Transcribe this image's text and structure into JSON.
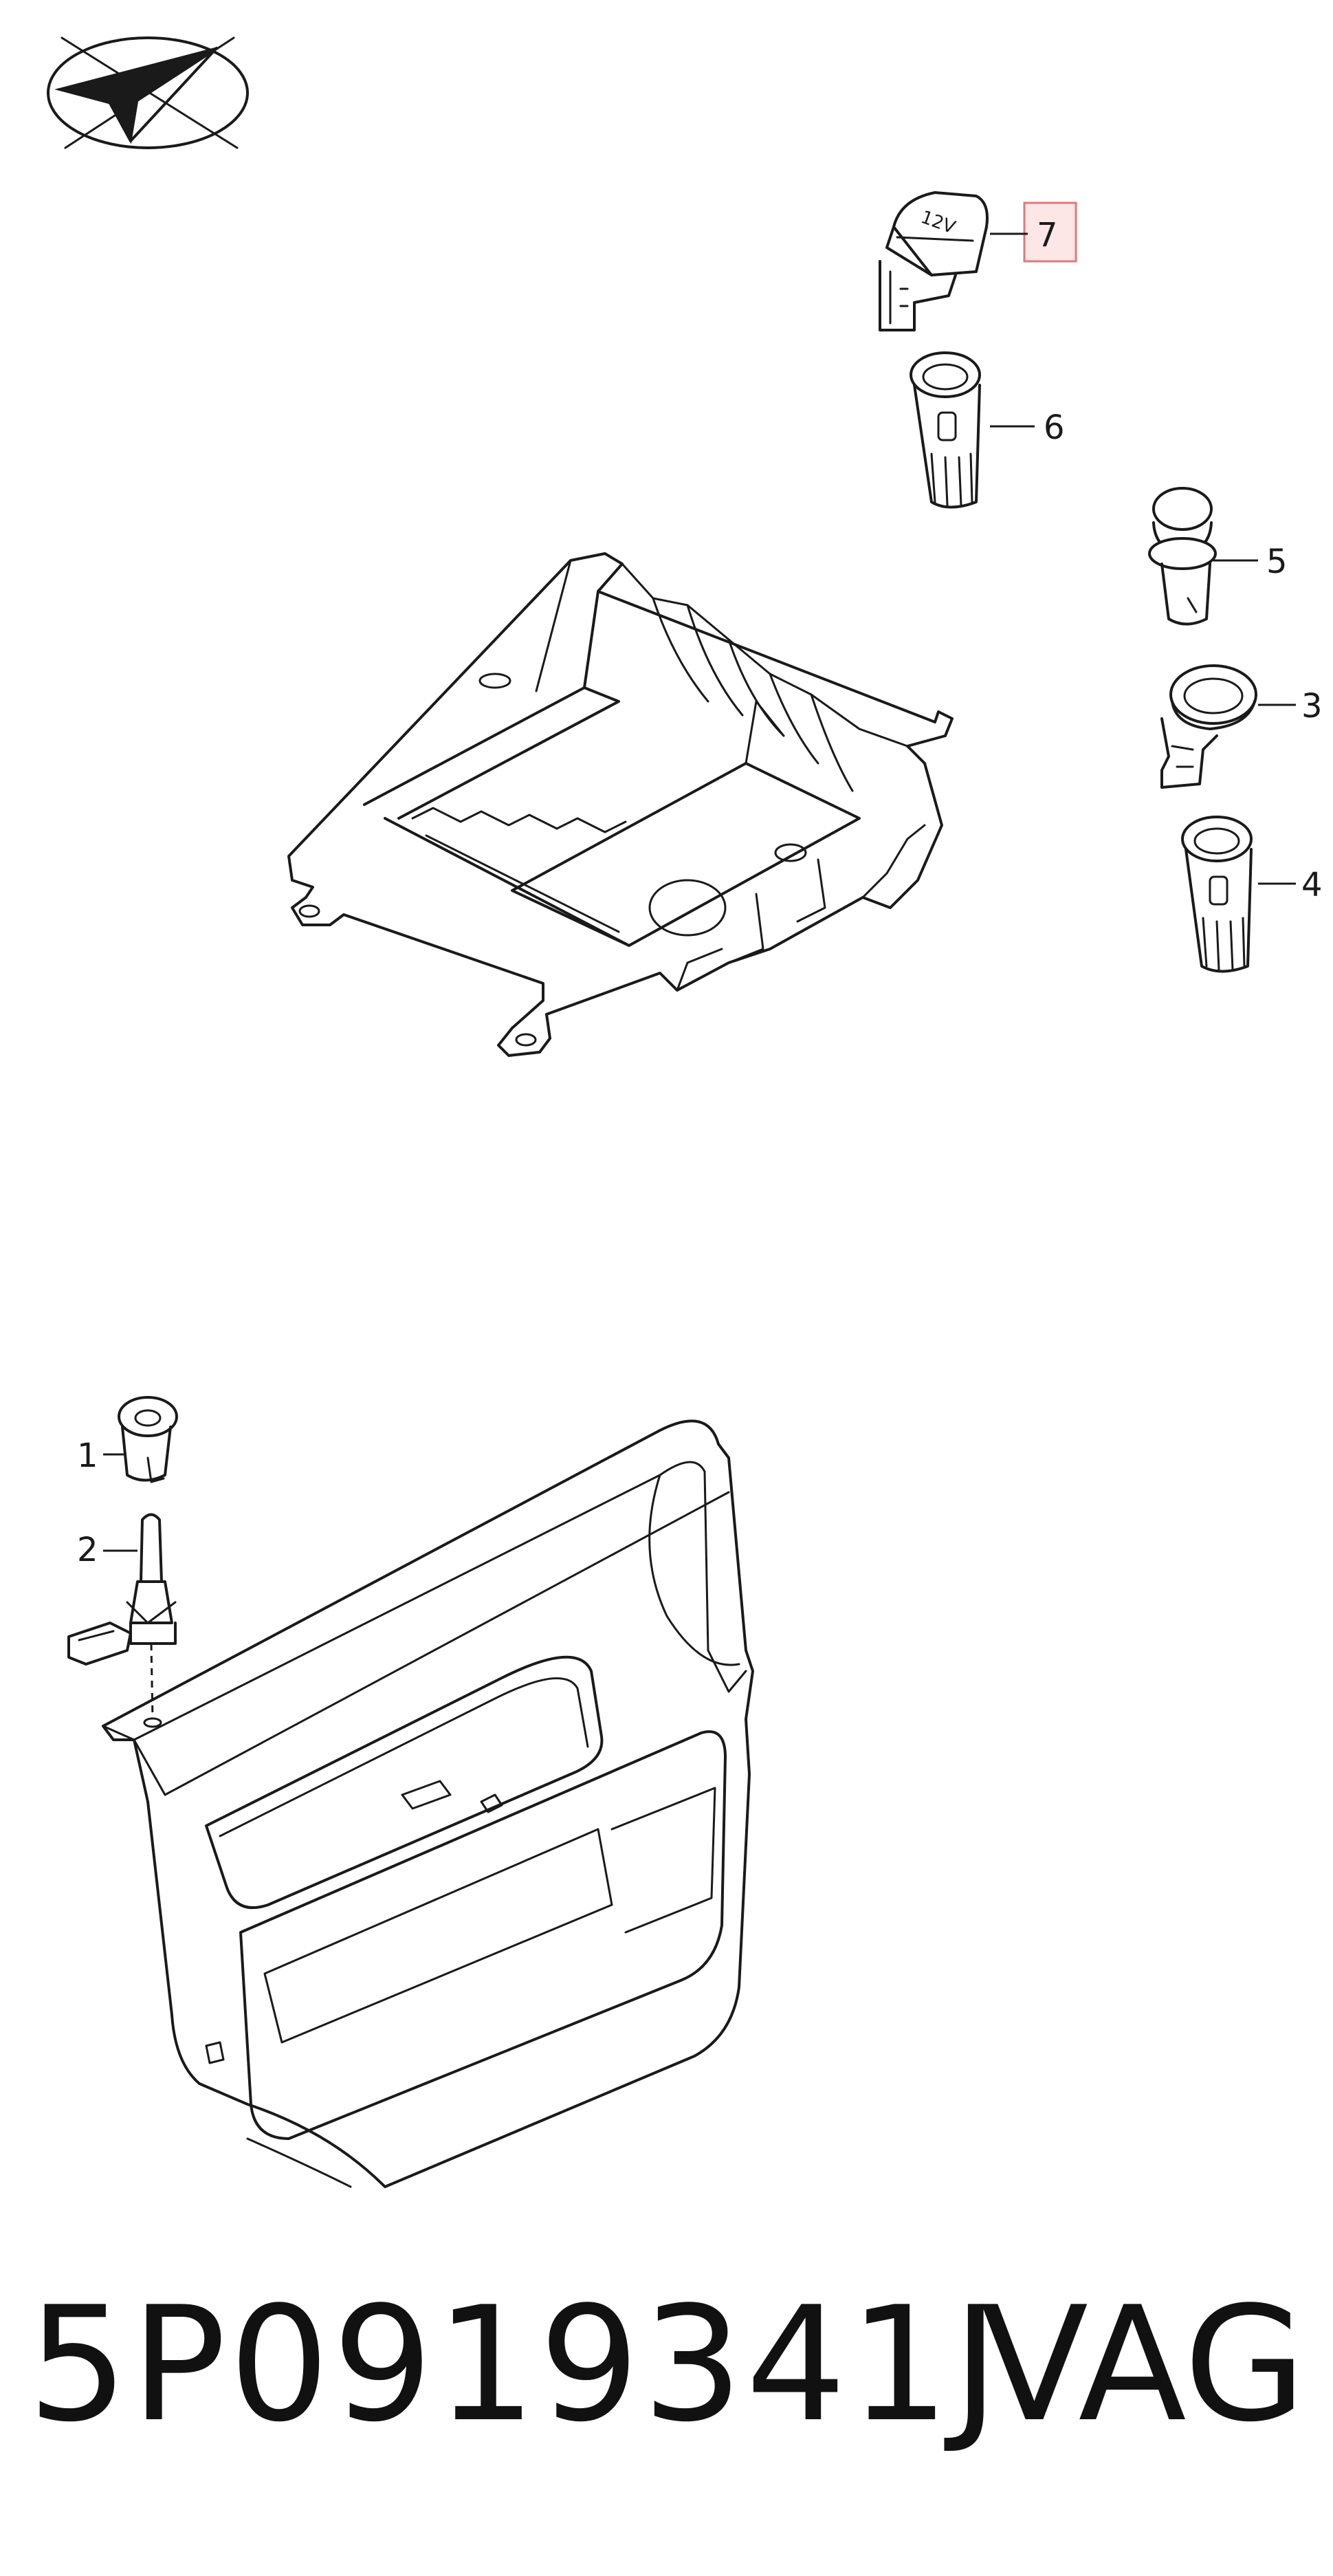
{
  "callouts": [
    {
      "id": "1",
      "label": "1"
    },
    {
      "id": "2",
      "label": "2"
    },
    {
      "id": "3",
      "label": "3"
    },
    {
      "id": "4",
      "label": "4"
    },
    {
      "id": "5",
      "label": "5"
    },
    {
      "id": "6",
      "label": "6"
    },
    {
      "id": "7",
      "label": "7",
      "highlighted": true
    }
  ],
  "socket_marking": "12V",
  "footer": {
    "part_number": "5P0919341J",
    "brand": "VAG"
  },
  "colors": {
    "line": "#1a1a1a",
    "highlight_fill": "#fde6e6",
    "highlight_border": "#e07a7a"
  }
}
